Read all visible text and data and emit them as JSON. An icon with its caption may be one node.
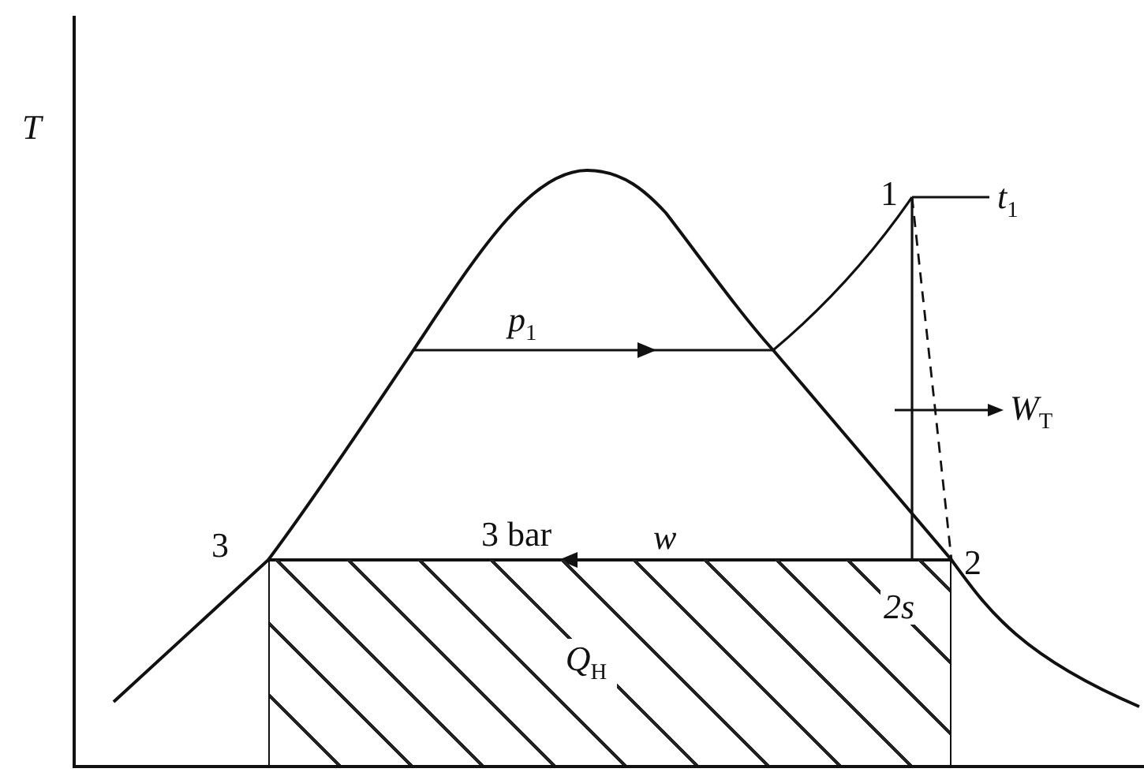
{
  "diagram": {
    "nodes": [
      {
        "text": [
          "Q$_{H}$"
        ]
      }
    ],
    "labels": [
      "T",
      "1",
      "t$_{1}$",
      "p$_{1}$",
      "3",
      "3 bar",
      "w",
      "2",
      "2s",
      "W$_{T}$"
    ]
  }
}
